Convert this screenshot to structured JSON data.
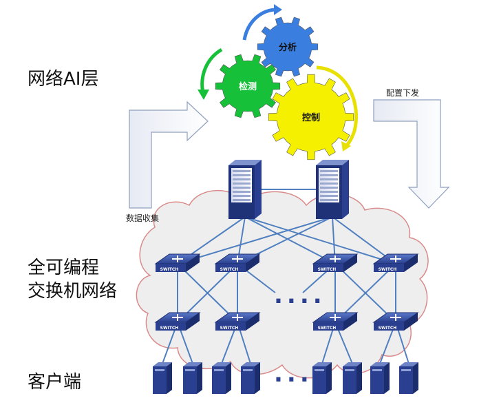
{
  "layers": {
    "ai_layer": "网络AI层",
    "network_line1": "全可编程",
    "network_line2": "交换机网络",
    "clients": "客户端"
  },
  "gears": {
    "analyze": "分析",
    "detect": "检测",
    "control": "控制"
  },
  "arrows": {
    "data_collection": "数据收集",
    "config_push": "配置下发"
  },
  "switch_label": "SWITCH",
  "ellipsis": "....",
  "colors": {
    "gear_blue": "#3a7fe0",
    "gear_green": "#16c038",
    "gear_yellow": "#f5f000",
    "link_blue": "#4f7fc0",
    "cloud_fill": "#efefef",
    "cloud_stroke": "#d98a8a",
    "device_dark": "#2a3f8f"
  }
}
